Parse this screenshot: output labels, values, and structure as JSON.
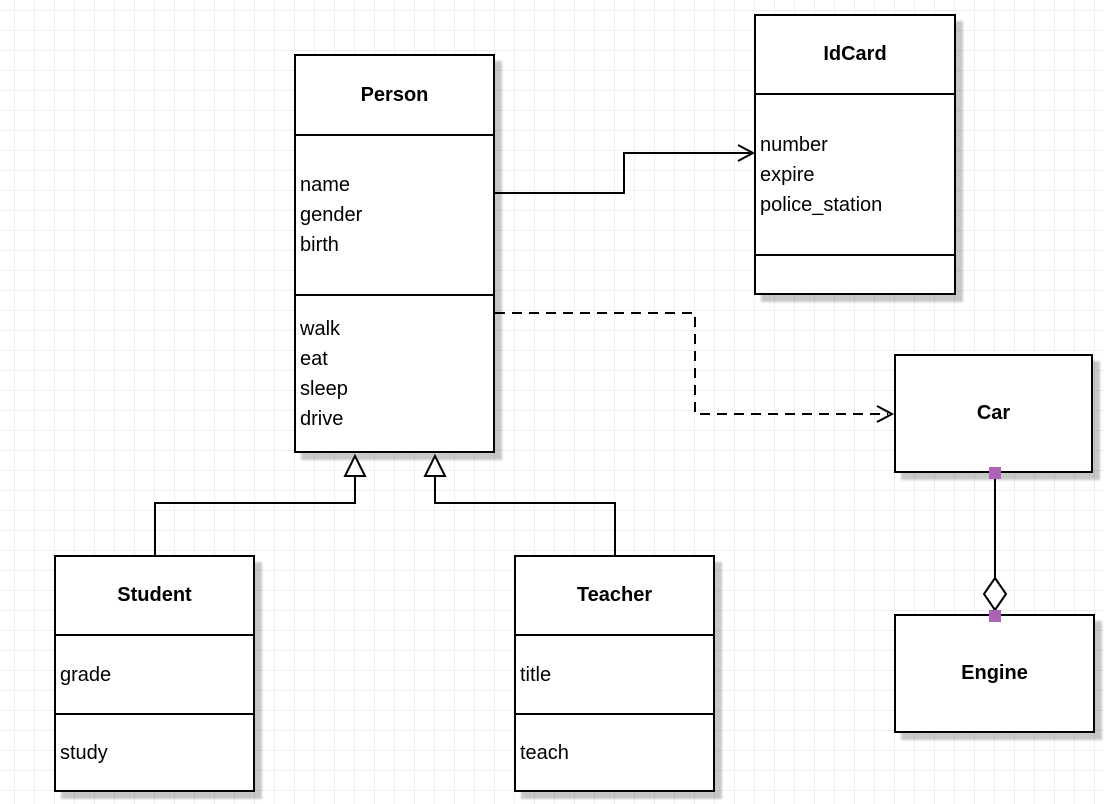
{
  "canvas": {
    "background": "#ffffff",
    "grid_color": "#efefef",
    "connection_point_color": "#ad62b8",
    "shape_fill": "#ffffff",
    "stroke_color": "#000000"
  },
  "diagram": {
    "type": "uml-class-diagram",
    "classes": [
      {
        "id": "person",
        "name": "Person",
        "attributes": [
          "name",
          "gender",
          "birth"
        ],
        "methods": [
          "walk",
          "eat",
          "sleep",
          "drive"
        ]
      },
      {
        "id": "idcard",
        "name": "IdCard",
        "attributes": [
          "number",
          "expire",
          "police_station"
        ],
        "methods": []
      },
      {
        "id": "car",
        "name": "Car",
        "attributes": [],
        "methods": []
      },
      {
        "id": "engine",
        "name": "Engine",
        "attributes": [],
        "methods": []
      },
      {
        "id": "student",
        "name": "Student",
        "attributes": [
          "grade"
        ],
        "methods": [
          "study"
        ]
      },
      {
        "id": "teacher",
        "name": "Teacher",
        "attributes": [
          "title"
        ],
        "methods": [
          "teach"
        ]
      }
    ],
    "relationships": [
      {
        "from": "Person",
        "to": "IdCard",
        "type": "association",
        "line": "solid",
        "arrowhead": "open-arrow"
      },
      {
        "from": "Person",
        "to": "Car",
        "type": "dependency",
        "line": "dashed",
        "arrowhead": "open-arrow"
      },
      {
        "from": "Student",
        "to": "Person",
        "type": "generalization",
        "line": "solid",
        "arrowhead": "hollow-triangle"
      },
      {
        "from": "Teacher",
        "to": "Person",
        "type": "generalization",
        "line": "solid",
        "arrowhead": "hollow-triangle"
      },
      {
        "from": "Car",
        "to": "Engine",
        "type": "aggregation",
        "line": "solid",
        "arrowhead": "hollow-diamond"
      }
    ]
  }
}
